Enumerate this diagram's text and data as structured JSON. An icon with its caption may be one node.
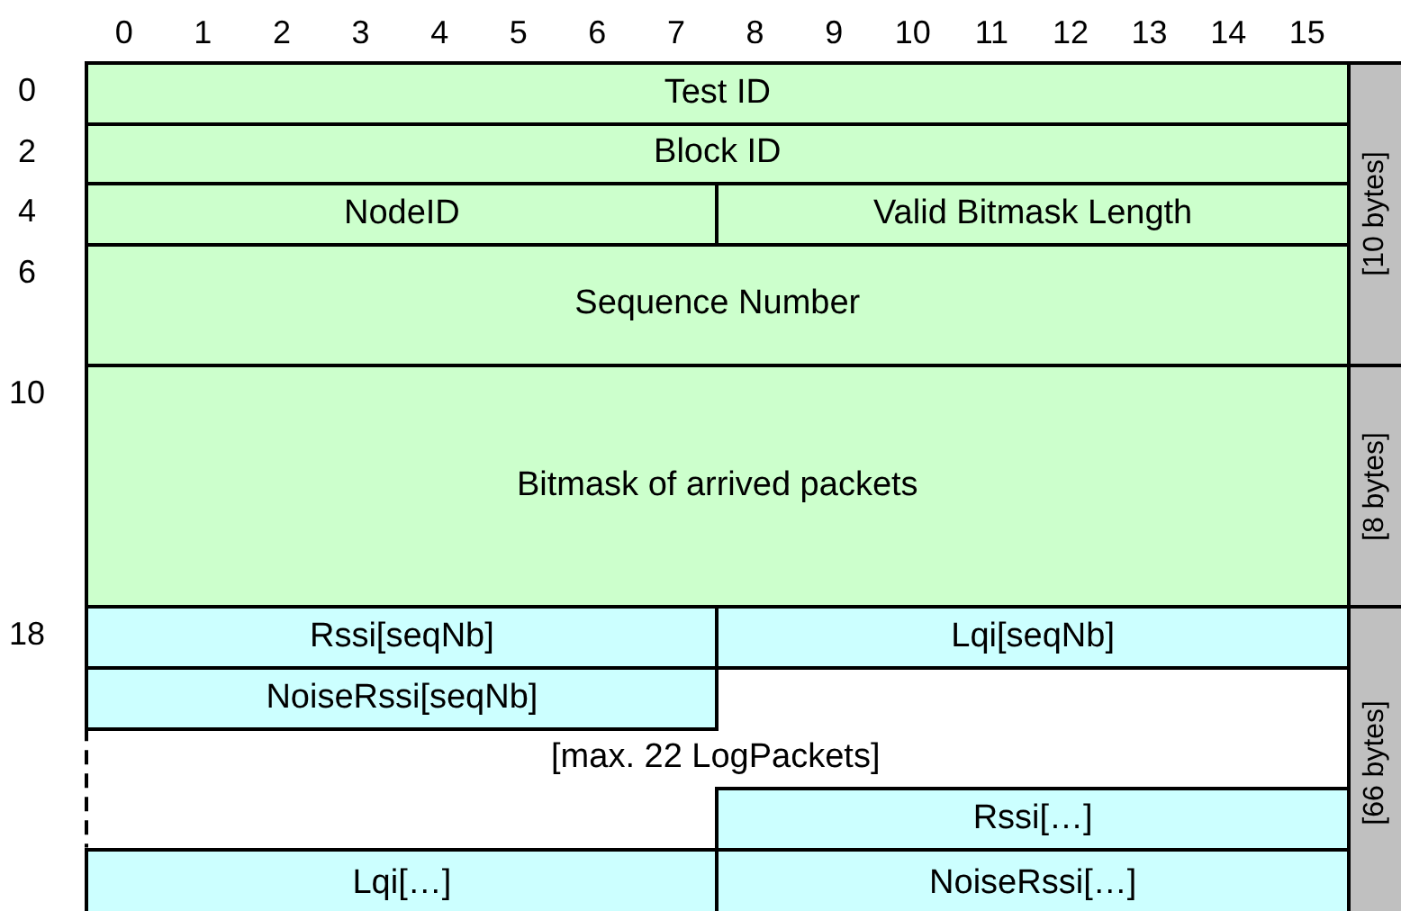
{
  "diagram": {
    "nodes": [
      {
        "text": [
          "Test ID"
        ]
      },
      {
        "text": [
          "Block ID"
        ]
      },
      {
        "text": [
          "NodeID"
        ]
      },
      {
        "text": [
          "Valid Bitmask Length"
        ]
      },
      {
        "text": [
          "Sequence Number"
        ]
      },
      {
        "text": [
          "Bitmask of arrived packets"
        ]
      },
      {
        "text": [
          "Rssi[seqNb]"
        ]
      },
      {
        "text": [
          "Lqi[seqNb]"
        ]
      },
      {
        "text": [
          "NoiseRssi[seqNb]"
        ]
      },
      {
        "text": [
          "Rssi[…]"
        ]
      },
      {
        "text": [
          "Lqi[…]"
        ]
      },
      {
        "text": [
          "NoiseRssi[…]"
        ]
      },
      {
        "text": [
          "[10 bytes]"
        ]
      },
      {
        "text": [
          "[8 bytes]"
        ]
      },
      {
        "text": [
          "[66 bytes]"
        ]
      }
    ],
    "labels": [
      "0",
      "1",
      "2",
      "3",
      "4",
      "5",
      "6",
      "7",
      "8",
      "9",
      "10",
      "11",
      "12",
      "13",
      "14",
      "15",
      "0",
      "2",
      "4",
      "6",
      "10",
      "18",
      "[max. 22 LogPackets]"
    ]
  }
}
